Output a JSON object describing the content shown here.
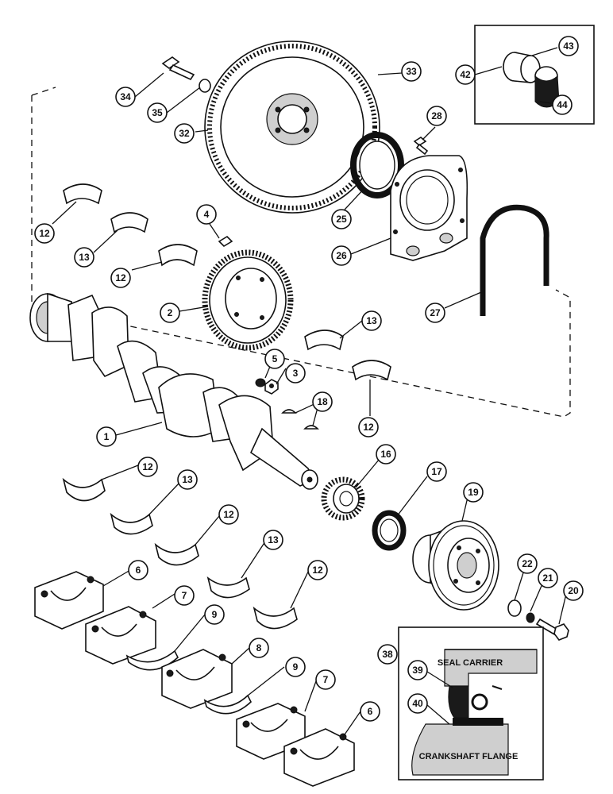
{
  "callouts": [
    {
      "id": "c34",
      "label": "34"
    },
    {
      "id": "c35",
      "label": "35"
    },
    {
      "id": "c32",
      "label": "32"
    },
    {
      "id": "c33",
      "label": "33"
    },
    {
      "id": "c42",
      "label": "42"
    },
    {
      "id": "c43",
      "label": "43"
    },
    {
      "id": "c44",
      "label": "44"
    },
    {
      "id": "c28",
      "label": "28"
    },
    {
      "id": "c25",
      "label": "25"
    },
    {
      "id": "c26",
      "label": "26"
    },
    {
      "id": "c27",
      "label": "27"
    },
    {
      "id": "c4",
      "label": "4"
    },
    {
      "id": "c12a",
      "label": "12"
    },
    {
      "id": "c13a",
      "label": "13"
    },
    {
      "id": "c12b",
      "label": "12"
    },
    {
      "id": "c2",
      "label": "2"
    },
    {
      "id": "c13b",
      "label": "13"
    },
    {
      "id": "c5",
      "label": "5"
    },
    {
      "id": "c3",
      "label": "3"
    },
    {
      "id": "c12c",
      "label": "12"
    },
    {
      "id": "c18",
      "label": "18"
    },
    {
      "id": "c1",
      "label": "1"
    },
    {
      "id": "c16",
      "label": "16"
    },
    {
      "id": "c17",
      "label": "17"
    },
    {
      "id": "c19",
      "label": "19"
    },
    {
      "id": "c12d",
      "label": "12"
    },
    {
      "id": "c13c",
      "label": "13"
    },
    {
      "id": "c12e",
      "label": "12"
    },
    {
      "id": "c13d",
      "label": "13"
    },
    {
      "id": "c12f",
      "label": "12"
    },
    {
      "id": "c6a",
      "label": "6"
    },
    {
      "id": "c7a",
      "label": "7"
    },
    {
      "id": "c9a",
      "label": "9"
    },
    {
      "id": "c8",
      "label": "8"
    },
    {
      "id": "c9b",
      "label": "9"
    },
    {
      "id": "c7b",
      "label": "7"
    },
    {
      "id": "c6b",
      "label": "6"
    },
    {
      "id": "c22",
      "label": "22"
    },
    {
      "id": "c21",
      "label": "21"
    },
    {
      "id": "c20",
      "label": "20"
    },
    {
      "id": "c38",
      "label": "38"
    },
    {
      "id": "c39",
      "label": "39"
    },
    {
      "id": "c40",
      "label": "40"
    }
  ],
  "inset": {
    "seal_carrier_label": "SEAL CARRIER",
    "crankshaft_flange_label": "CRANKSHAFT FLANGE"
  }
}
